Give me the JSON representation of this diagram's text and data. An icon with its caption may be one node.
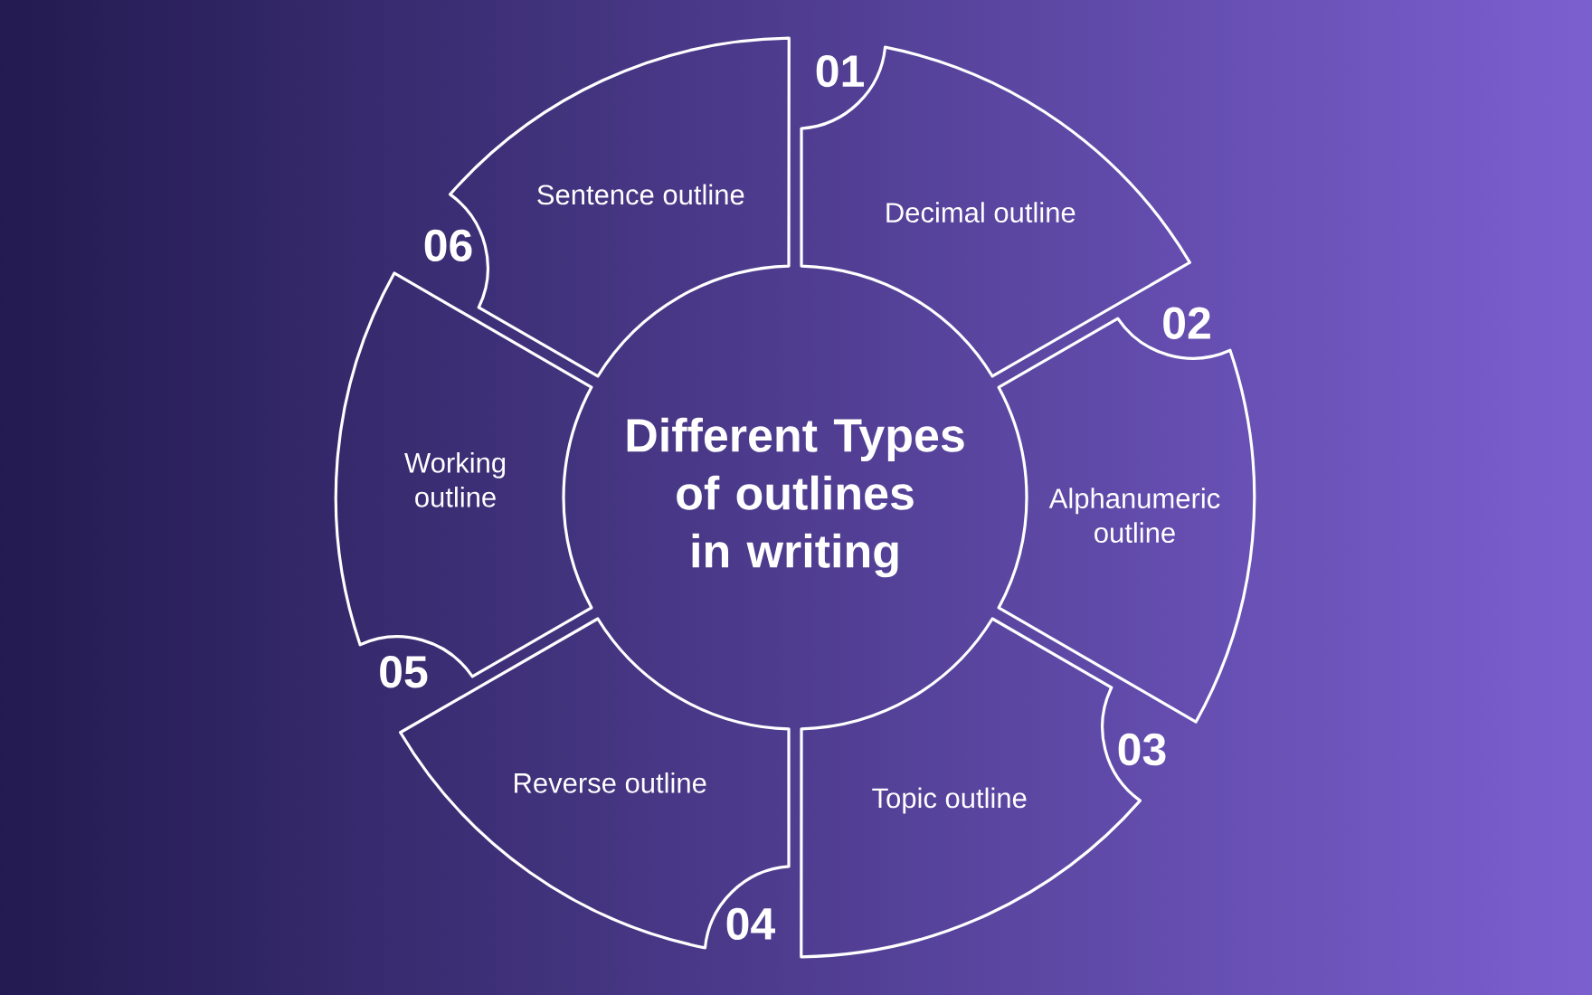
{
  "diagram": {
    "nodes": [
      {
        "text": [
          "Different Types of outlines in writing"
        ]
      },
      {
        "text": [
          "Decimal outline"
        ],
        "beside": [
          "01"
        ]
      },
      {
        "text": [
          "Alphanumeric outline"
        ],
        "beside": [
          "02"
        ]
      },
      {
        "text": [
          "Topic outline"
        ],
        "beside": [
          "03"
        ]
      },
      {
        "text": [
          "Reverse outline"
        ],
        "beside": [
          "04"
        ]
      },
      {
        "text": [
          "Working outline"
        ],
        "beside": [
          "05"
        ]
      },
      {
        "text": [
          "Sentence outline"
        ],
        "beside": [
          "06"
        ]
      }
    ]
  }
}
